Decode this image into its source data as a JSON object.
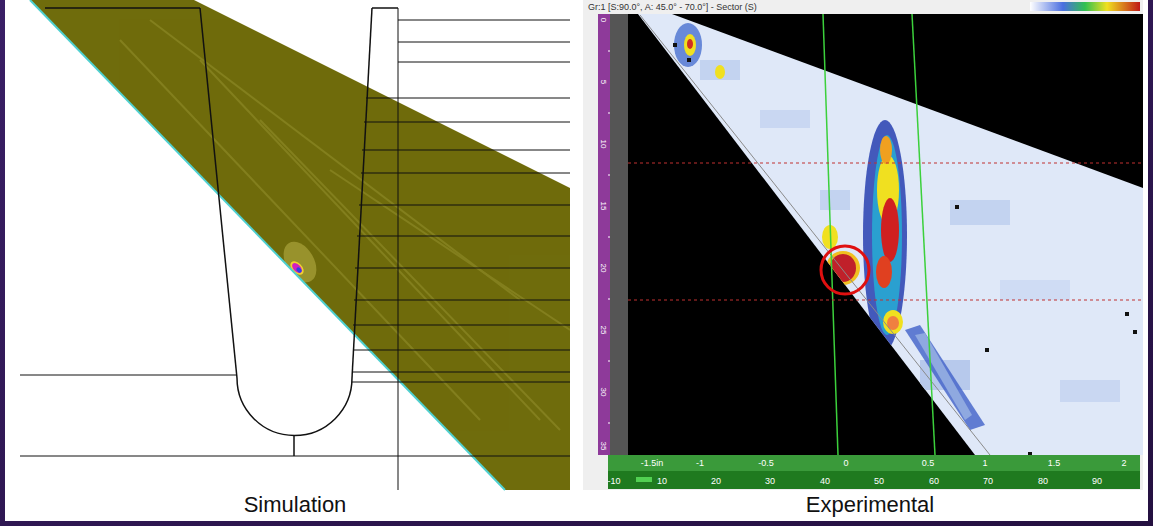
{
  "diagram": {
    "labels": [
      "Simulation",
      "Experimental",
      "Gr:1 [S:90.0°, A: 45.0° - 70.0°] - Sector (S)",
      "0",
      "5",
      "10",
      "15",
      "20",
      "25",
      "30",
      "35",
      "-10",
      "10",
      "20",
      "30",
      "40",
      "50",
      "60",
      "70",
      "80",
      "90",
      "-1.5in",
      "-1",
      "-0.5",
      "0",
      "0.5",
      "1",
      "1.5",
      "2"
    ]
  }
}
